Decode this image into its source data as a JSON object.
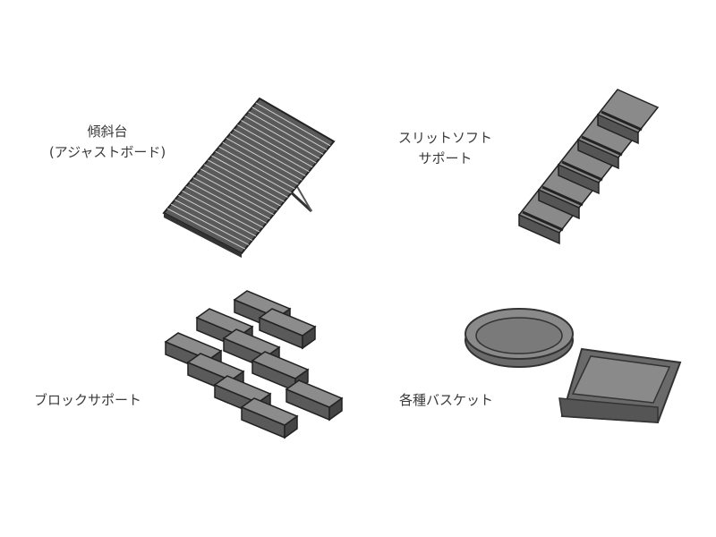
{
  "items": [
    {
      "title": "傾斜台",
      "subtitle": "(アジャストボード)"
    },
    {
      "title": "スリットソフト",
      "subtitle": "サポート"
    },
    {
      "title": "ブロックサポート"
    },
    {
      "title": "各種バスケット"
    }
  ],
  "colors": {
    "fill": "#6e6e6e",
    "dark": "#3a3a3a",
    "light": "#9a9a9a",
    "text": "#3a3a3a"
  }
}
